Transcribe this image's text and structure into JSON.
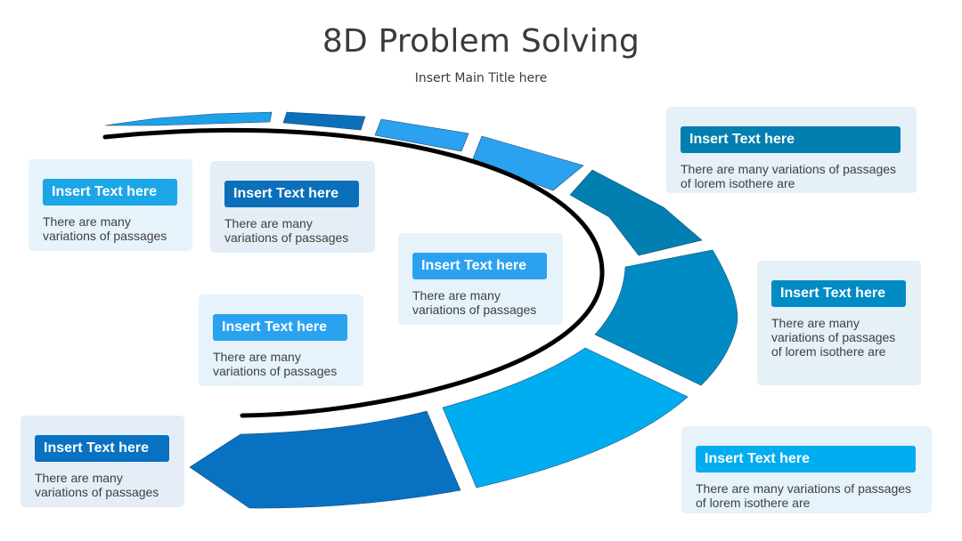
{
  "slide": {
    "title": "8D Problem Solving",
    "subtitle": "Insert Main Title here"
  },
  "colors": {
    "arc_line": "#000000",
    "segment_1": "#1fa0e8",
    "segment_2": "#0b6fba",
    "segment_3": "#2aa2f0",
    "segment_4": "#2aa2f0",
    "segment_5": "#017fb0",
    "segment_6": "#008bc5",
    "segment_7": "#00adf0",
    "segment_8": "#0871c2",
    "card_bg": "#e5f0f7",
    "card_bg_alt": "#e6f3fb"
  },
  "cards": [
    {
      "id": "card-1",
      "header": "Insert Text here",
      "body": "There are many\nvariations of passages",
      "header_color": "#1ba6e8",
      "bg_color": "#e6f3fb"
    },
    {
      "id": "card-2",
      "header": "Insert Text here",
      "body": "There are many\nvariations of passages",
      "header_color": "#0b6fba",
      "bg_color": "#e5eef6"
    },
    {
      "id": "card-3",
      "header": "Insert Text here",
      "body": "There are many\nvariations of passages",
      "header_color": "#2aa2f0",
      "bg_color": "#e6f3fb"
    },
    {
      "id": "card-4",
      "header": "Insert Text here",
      "body": "There are many\nvariations of passages",
      "header_color": "#2aa2f0",
      "bg_color": "#e6f3fb"
    },
    {
      "id": "card-5",
      "header": "Insert Text here",
      "body": "There are many variations of passages\nof lorem isothere are",
      "header_color": "#017fb0",
      "bg_color": "#e5f0f7"
    },
    {
      "id": "card-6",
      "header": "Insert Text here",
      "body": "There are many\nvariations of passages\nof lorem isothere are",
      "header_color": "#008bc5",
      "bg_color": "#e5f0f7"
    },
    {
      "id": "card-7",
      "header": "Insert Text here",
      "body": "There are many variations of passages\nof lorem isothere are",
      "header_color": "#00adf0",
      "bg_color": "#e6f3fb"
    },
    {
      "id": "card-8",
      "header": "Insert Text here",
      "body": "There are many\nvariations of passages",
      "header_color": "#0871c2",
      "bg_color": "#e5eef6"
    }
  ]
}
